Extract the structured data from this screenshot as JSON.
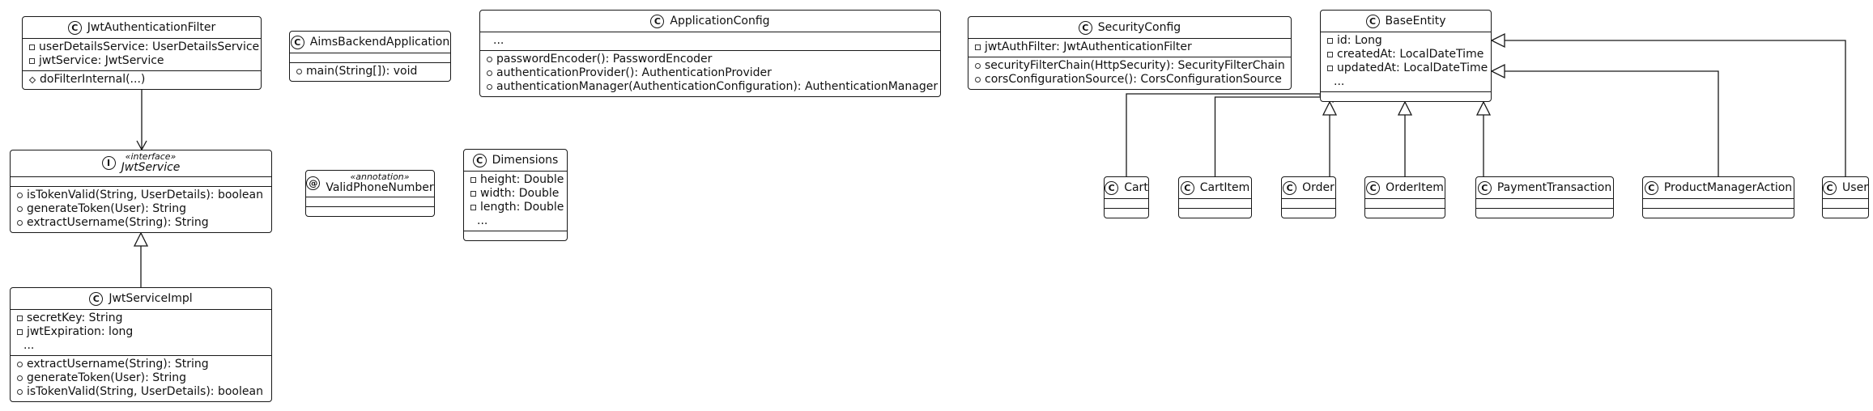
{
  "classes": {
    "jwt_filter": {
      "name": "JwtAuthenticationFilter",
      "badge": "C",
      "fields": [
        {
          "vis": "private",
          "text": "userDetailsService: UserDetailsService"
        },
        {
          "vis": "private",
          "text": "jwtService: JwtService"
        }
      ],
      "methods": [
        {
          "vis": "protected",
          "text": "doFilterInternal(...)"
        }
      ]
    },
    "aims_app": {
      "name": "AimsBackendApplication",
      "badge": "C",
      "fields": [],
      "methods": [
        {
          "vis": "public",
          "text": "main(String[]): void"
        }
      ]
    },
    "app_config": {
      "name": "ApplicationConfig",
      "badge": "C",
      "fields": [
        {
          "vis": "none",
          "text": "..."
        }
      ],
      "methods": [
        {
          "vis": "public",
          "text": "passwordEncoder(): PasswordEncoder"
        },
        {
          "vis": "public",
          "text": "authenticationProvider(): AuthenticationProvider"
        },
        {
          "vis": "public",
          "text": "authenticationManager(AuthenticationConfiguration): AuthenticationManager"
        }
      ]
    },
    "security_config": {
      "name": "SecurityConfig",
      "badge": "C",
      "fields": [
        {
          "vis": "private",
          "text": "jwtAuthFilter: JwtAuthenticationFilter"
        }
      ],
      "methods": [
        {
          "vis": "public",
          "text": "securityFilterChain(HttpSecurity): SecurityFilterChain"
        },
        {
          "vis": "public",
          "text": "corsConfigurationSource(): CorsConfigurationSource"
        }
      ]
    },
    "base_entity": {
      "name": "BaseEntity",
      "badge": "C",
      "fields": [
        {
          "vis": "private",
          "text": "id: Long"
        },
        {
          "vis": "private",
          "text": "createdAt: LocalDateTime"
        },
        {
          "vis": "private",
          "text": "updatedAt: LocalDateTime"
        },
        {
          "vis": "none",
          "text": "..."
        }
      ],
      "methods": []
    },
    "jwt_service": {
      "name": "JwtService",
      "badge": "I",
      "stereotype": "«interface»",
      "abstract": true,
      "fields": [],
      "methods": [
        {
          "vis": "public",
          "text": "isTokenValid(String, UserDetails): boolean"
        },
        {
          "vis": "public",
          "text": "generateToken(User): String"
        },
        {
          "vis": "public",
          "text": "extractUsername(String): String"
        }
      ]
    },
    "valid_phone": {
      "name": "ValidPhoneNumber",
      "badge": "@",
      "stereotype": "«annotation»",
      "fields": [],
      "methods": []
    },
    "dimensions": {
      "name": "Dimensions",
      "badge": "C",
      "fields": [
        {
          "vis": "private",
          "text": "height: Double"
        },
        {
          "vis": "private",
          "text": "width: Double"
        },
        {
          "vis": "private",
          "text": "length: Double"
        },
        {
          "vis": "none",
          "text": "..."
        }
      ],
      "methods": []
    },
    "jwt_service_impl": {
      "name": "JwtServiceImpl",
      "badge": "C",
      "fields": [
        {
          "vis": "private",
          "text": "secretKey: String"
        },
        {
          "vis": "private",
          "text": "jwtExpiration: long"
        },
        {
          "vis": "none",
          "text": "..."
        }
      ],
      "methods": [
        {
          "vis": "public",
          "text": "extractUsername(String): String"
        },
        {
          "vis": "public",
          "text": "generateToken(User): String"
        },
        {
          "vis": "public",
          "text": "isTokenValid(String, UserDetails): boolean"
        }
      ]
    },
    "cart": {
      "name": "Cart",
      "badge": "C",
      "fields": [],
      "methods": []
    },
    "cart_item": {
      "name": "CartItem",
      "badge": "C",
      "fields": [],
      "methods": []
    },
    "order": {
      "name": "Order",
      "badge": "C",
      "fields": [],
      "methods": []
    },
    "order_item": {
      "name": "OrderItem",
      "badge": "C",
      "fields": [],
      "methods": []
    },
    "payment_transaction": {
      "name": "PaymentTransaction",
      "badge": "C",
      "fields": [],
      "methods": []
    },
    "product_manager_action": {
      "name": "ProductManagerAction",
      "badge": "C",
      "fields": [],
      "methods": []
    },
    "user": {
      "name": "User",
      "badge": "C",
      "fields": [],
      "methods": []
    }
  },
  "relations": [
    {
      "from": "jwt_filter",
      "to": "jwt_service",
      "type": "association"
    },
    {
      "from": "jwt_service_impl",
      "to": "jwt_service",
      "type": "realization"
    },
    {
      "from": "cart",
      "to": "base_entity",
      "type": "generalization"
    },
    {
      "from": "cart_item",
      "to": "base_entity",
      "type": "generalization"
    },
    {
      "from": "order",
      "to": "base_entity",
      "type": "generalization"
    },
    {
      "from": "order_item",
      "to": "base_entity",
      "type": "generalization"
    },
    {
      "from": "payment_transaction",
      "to": "base_entity",
      "type": "generalization"
    },
    {
      "from": "product_manager_action",
      "to": "base_entity",
      "type": "generalization"
    },
    {
      "from": "user",
      "to": "base_entity",
      "type": "generalization"
    }
  ],
  "colors": {
    "line": "#181818",
    "fill": "#ffffff"
  }
}
